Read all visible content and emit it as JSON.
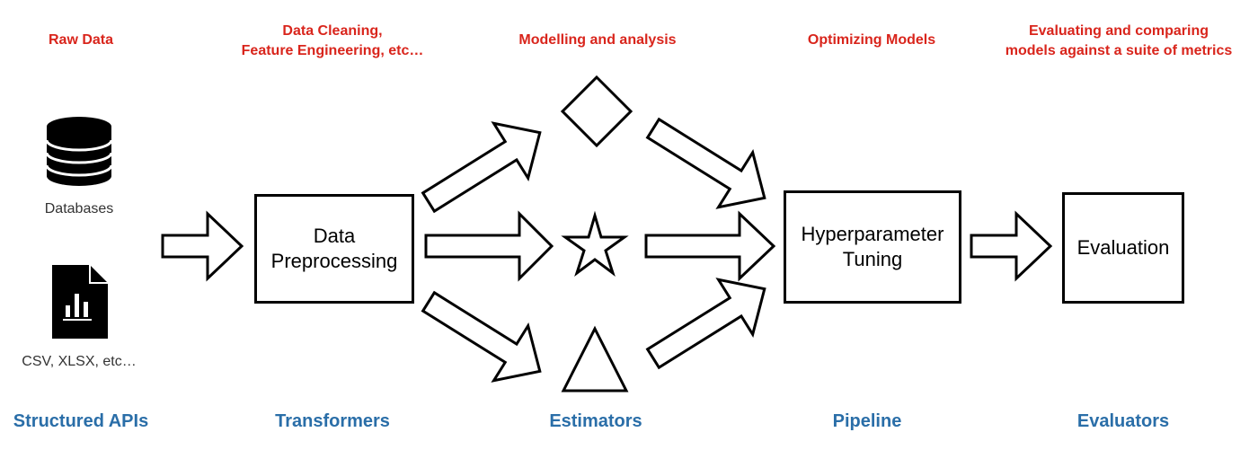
{
  "stages": {
    "raw_data": "Raw Data",
    "cleaning": "Data Cleaning,\nFeature Engineering, etc…",
    "modelling": "Modelling and analysis",
    "optimizing": "Optimizing Models",
    "evaluating": "Evaluating and comparing\nmodels against a suite of metrics"
  },
  "sources": {
    "databases": "Databases",
    "files": "CSV, XLSX, etc…"
  },
  "boxes": {
    "preprocessing": "Data\nPreprocessing",
    "tuning": "Hyperparameter\nTuning",
    "evaluation": "Evaluation"
  },
  "components": {
    "structured_apis": "Structured APIs",
    "transformers": "Transformers",
    "estimators": "Estimators",
    "pipeline": "Pipeline",
    "evaluators": "Evaluators"
  },
  "colors": {
    "stage_title": "#d9251c",
    "component_label": "#2a6ea8",
    "outline": "#000000"
  },
  "icons": [
    "database-icon",
    "chart-file-icon",
    "diamond-icon",
    "star-icon",
    "triangle-icon"
  ]
}
